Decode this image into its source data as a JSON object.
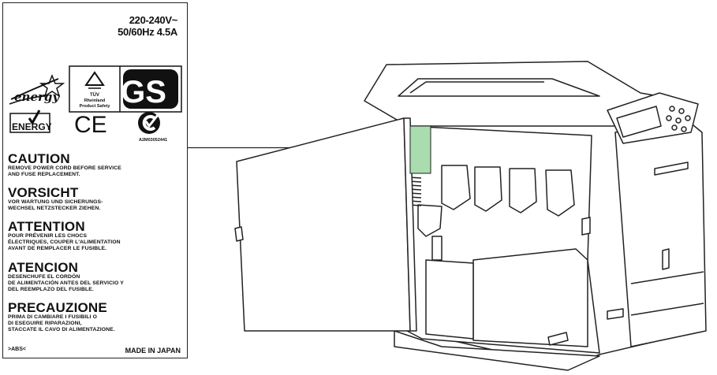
{
  "label": {
    "rating_line1": "220-240V~",
    "rating_line2": "50/60Hz 4.5A",
    "logos": {
      "energy_script": "energy",
      "energy_word": "ENERGY",
      "tuv_text1": "TÜV",
      "tuv_text2": "Rheinland",
      "tuv_text3": "Product Safety",
      "gs_text": "GS",
      "ce_text": "CE"
    },
    "cert_code": "A2M03052441",
    "warnings": [
      {
        "heading": "CAUTION",
        "text": "REMOVE POWER CORD BEFORE SERVICE\nAND FUSE REPLACEMENT."
      },
      {
        "heading": "VORSICHT",
        "text": "VOR WARTUNG UND SICHERUNGS-\nWECHSEL NETZSTECKER ZIEHEN."
      },
      {
        "heading": "ATTENTION",
        "text": "POUR PRÉVENIR LES CHOCS\nÉLECTRIQUES, COUPER L'ALIMENTATION\nAVANT DE REMPLACER LE FUSIBLE."
      },
      {
        "heading": "ATENCION",
        "text": "DESENCHUFE EL CORDÓN\nDE ALIMENTACIÓN ANTES DEL SERVICIO Y\nDEL REEMPLAZO DEL FUSIBLE."
      },
      {
        "heading": "PRECAUZIONE",
        "text": "PRIMA DI CAMBIARE I FUSIBILI O\nDI ESEGUIRE RIPARAZIONI,\nSTACCATE IL CAVO DI ALIMENTAZIONE."
      }
    ],
    "footer_left": ">ABS<",
    "footer_right": "MADE IN JAPAN"
  },
  "colors": {
    "label_highlight": "#a9dcae",
    "line": "#222222"
  }
}
